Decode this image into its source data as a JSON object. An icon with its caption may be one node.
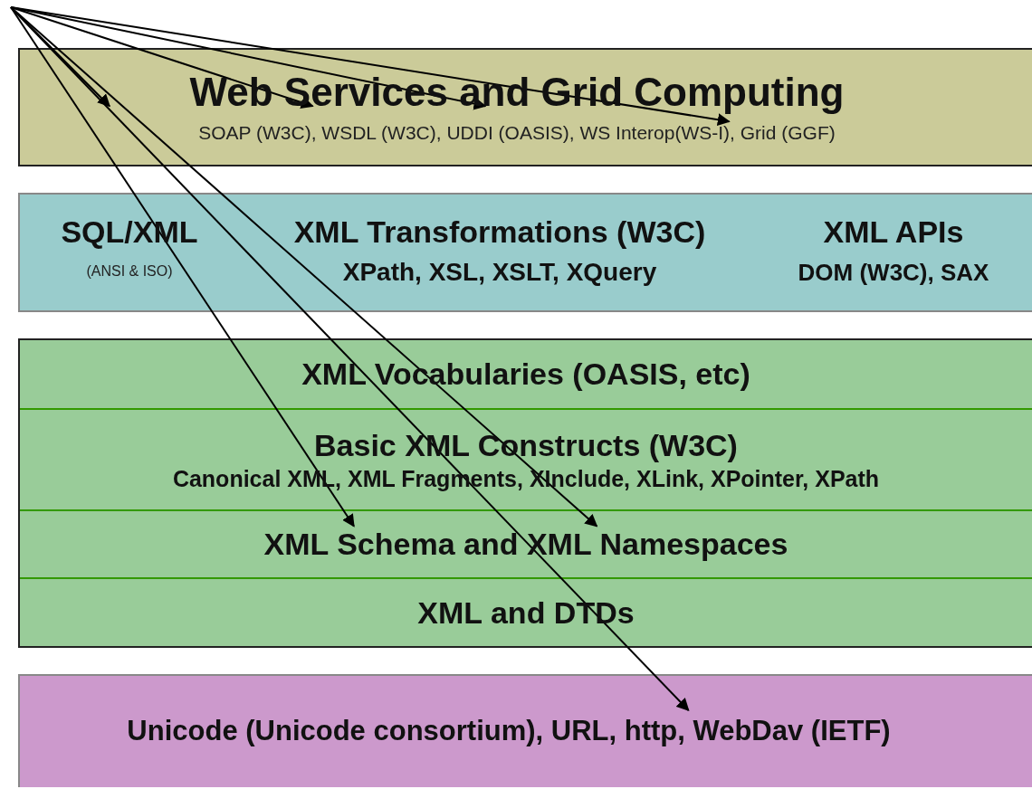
{
  "diagram": {
    "nodes": [
      {
        "text": [
          "Web Services and Grid Computing",
          "SOAP (W3C), WSDL (W3C), UDDI (OASIS), WS Interop(WS-I), Grid (GGF)"
        ]
      },
      {
        "text": [],
        "shape": "box"
      },
      {
        "text": [
          "SQL/XML",
          "(ANSI & ISO)"
        ],
        "in": 1
      },
      {
        "text": [
          "XML Transformations (W3C)",
          "XPath, XSL, XSLT, XQuery"
        ],
        "in": 1
      },
      {
        "text": [
          "XML APIs",
          "DOM (W3C), SAX"
        ],
        "in": 1
      },
      {
        "text": [],
        "shape": "box"
      },
      {
        "text": [
          "XML Vocabularies (OASIS, etc)"
        ],
        "in": 5
      },
      {
        "text": [
          "Basic XML Constructs (W3C)",
          "Canonical XML, XML Fragments, XInclude, XLink, XPointer, XPath"
        ],
        "in": 5
      },
      {
        "text": [
          "XML Schema and XML Namespaces"
        ],
        "in": 5
      },
      {
        "text": [
          "XML and DTDs"
        ],
        "in": 5
      },
      {
        "text": [
          "Unicode (Unicode consortium), URL, http, WebDav (IETF)"
        ]
      }
    ],
    "edges": [
      {
        "from": null,
        "to": 0,
        "arrow": "to"
      },
      {
        "from": null,
        "to": 0,
        "arrow": "to"
      },
      {
        "from": null,
        "to": 0,
        "arrow": "to"
      },
      {
        "from": null,
        "to": 0,
        "arrow": "to"
      },
      {
        "from": null,
        "to": 8,
        "arrow": "to"
      },
      {
        "from": null,
        "to": 8,
        "arrow": "to"
      },
      {
        "from": null,
        "to": 10,
        "arrow": "to"
      }
    ]
  }
}
